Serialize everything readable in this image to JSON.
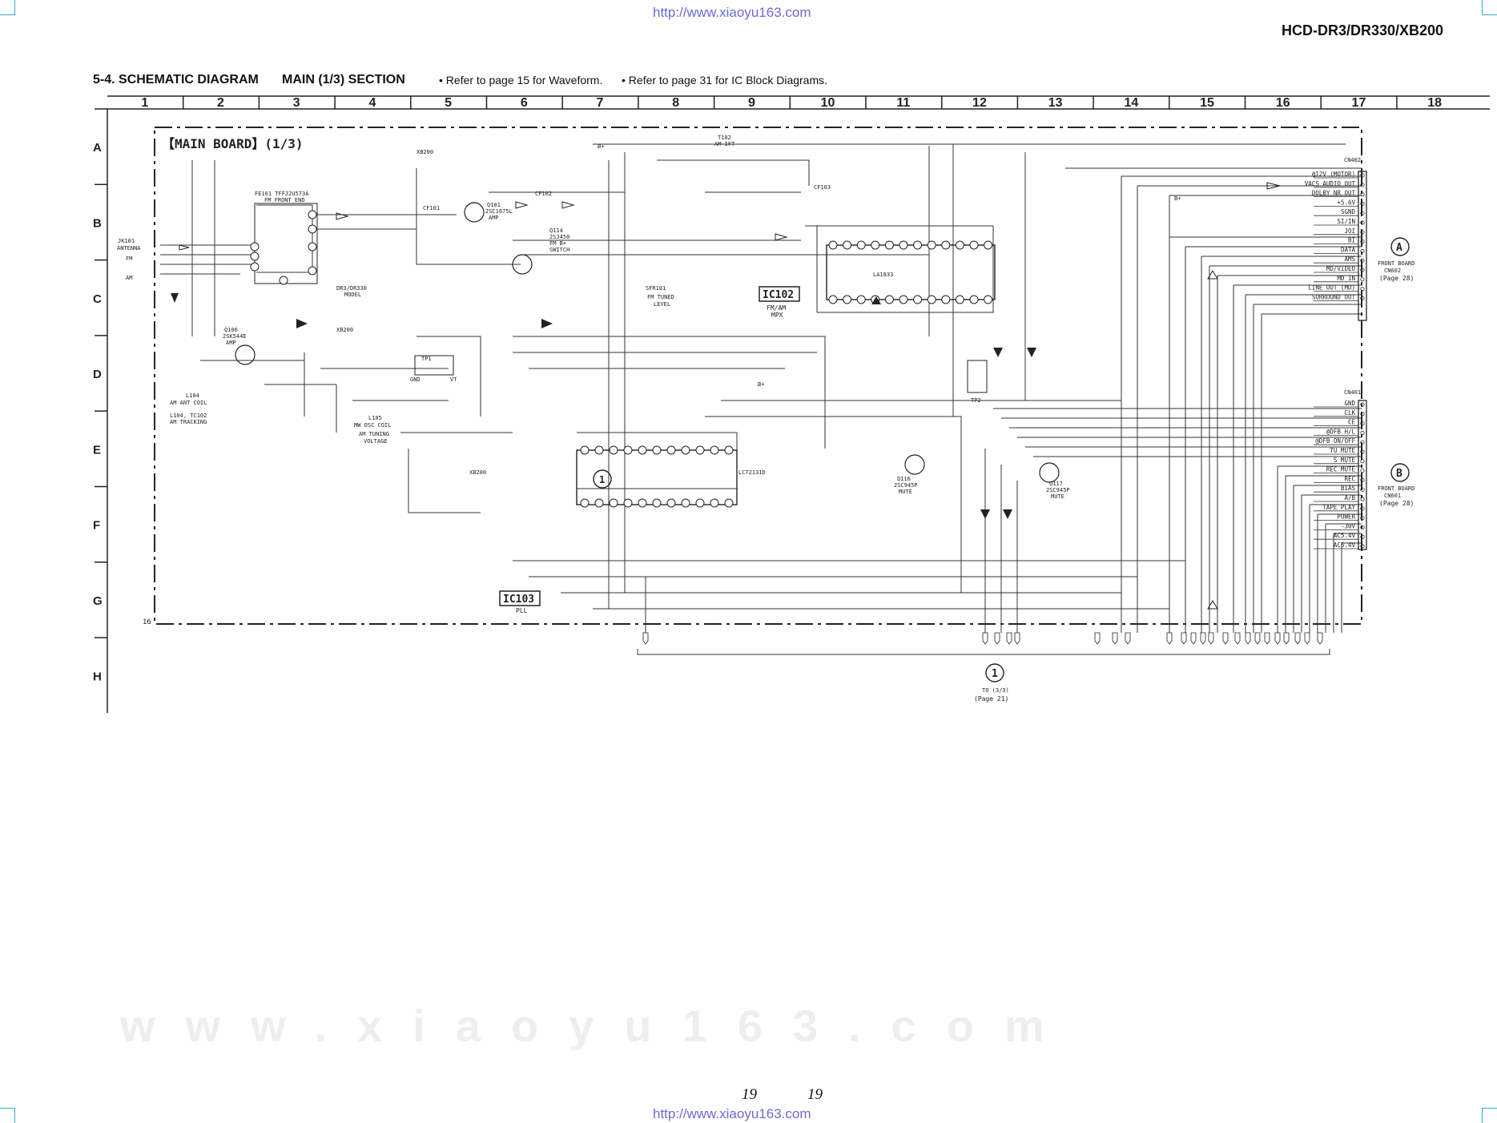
{
  "header": {
    "url_top": "http://www.xiaoyu163.com",
    "url_bottom": "http://www.xiaoyu163.com",
    "model": "HCD-DR3/DR330/XB200"
  },
  "title": {
    "section": "5-4. SCHEMATIC DIAGRAM",
    "subsection": "MAIN (1/3) SECTION",
    "note1": "• Refer to page 15 for Waveform.",
    "note2": "• Refer to page 31 for IC Block Diagrams."
  },
  "grid": {
    "columns": [
      "1",
      "2",
      "3",
      "4",
      "5",
      "6",
      "7",
      "8",
      "9",
      "10",
      "11",
      "12",
      "13",
      "14",
      "15",
      "16",
      "17",
      "18"
    ],
    "rows": [
      "A",
      "B",
      "C",
      "D",
      "E",
      "F",
      "G",
      "H"
    ]
  },
  "board": {
    "title": "【MAIN BOARD】(1/3)",
    "corner_label": "16"
  },
  "ic_labels": {
    "ic102": "IC102",
    "ic102_desc": "FM/AM",
    "ic102_desc2": "MPX",
    "ic103": "IC103",
    "ic103_desc": "PLL",
    "ic101_part": "LA1833",
    "ic103_part": "LC72131D"
  },
  "components": {
    "antenna": "JK101",
    "antenna_lbl": "ANTENNA",
    "fm": "FM",
    "am": "AM",
    "fe101": "FE101 TFFJ2U573A",
    "fe101_desc": "FM FRONT END",
    "q101": "Q101",
    "q101_part": "2SC1675L",
    "q101_desc": "AMP",
    "q106": "Q106",
    "q106_part": "2SK544E",
    "q106_desc": "AMP",
    "q114": "Q114",
    "q114_part": "2SJ450",
    "q114_desc": "FM B+",
    "q114_desc2": "SWITCH",
    "q116": "Q116",
    "q116_part": "2SC945P",
    "q116_desc": "MUTE",
    "q117": "Q117",
    "q117_part": "2SC945P",
    "q117_desc": "MUTE",
    "t102": "T102",
    "t102_desc": "AM IFT",
    "cf101": "CF101",
    "cf102": "CF102",
    "cf103": "CF103",
    "l104": "L104",
    "l104_desc": "AM ANT COIL",
    "l104_tc": "L104, TC102",
    "am_tracking": "AM TRACKING",
    "l105": "L105",
    "mw_osc": "MW OSC COIL",
    "am_tuning": "AM TUNING",
    "voltage": "VOLTAGE",
    "sfr101": "SFR101",
    "fm_tuned": "FM TUNED",
    "level": "LEVEL",
    "dr3_model": "DR3/DR330",
    "model_word": "MODEL",
    "xb200_model": "XB200",
    "tp1": "TP1",
    "tp2": "TP2",
    "gnd": "GND",
    "vt": "VT",
    "bplus": "B+",
    "cn402": "CN402",
    "cn401": "CN401"
  },
  "connector_a": {
    "label": "A",
    "dest1": "FRONT BOARD",
    "dest2": "CN602",
    "dest3": "(Page 28)",
    "pins": [
      "@12V (MOTOR)",
      "VACS AUDIO OUT",
      "DOLBY NR OUT",
      "+5.6V",
      "SGND",
      "SI/IN",
      "JOI",
      "BI",
      "DATA",
      "AMS",
      "MD/VIDEO",
      "MD IN",
      "LINE OUT (MD)",
      "SURROUND OUT"
    ]
  },
  "connector_b": {
    "label": "B",
    "dest1": "FRONT BOARD",
    "dest2": "CN601",
    "dest3": "(Page 28)",
    "pins": [
      "GND",
      "CLK",
      "CE",
      "@DFB H/L",
      "@DFB ON/OFF",
      "TU MUTE",
      "S MUTE",
      "REC MUTE",
      "REC",
      "BIAS",
      "A/B",
      "TAPE PLAY",
      "POWER",
      "-30V",
      "AC5.4V",
      "AC5.4V"
    ]
  },
  "bottom_ref": {
    "num": "1",
    "to": "TO (3/3)",
    "page": "(Page 21)"
  },
  "page_numbers": {
    "left": "19",
    "right": "19"
  }
}
